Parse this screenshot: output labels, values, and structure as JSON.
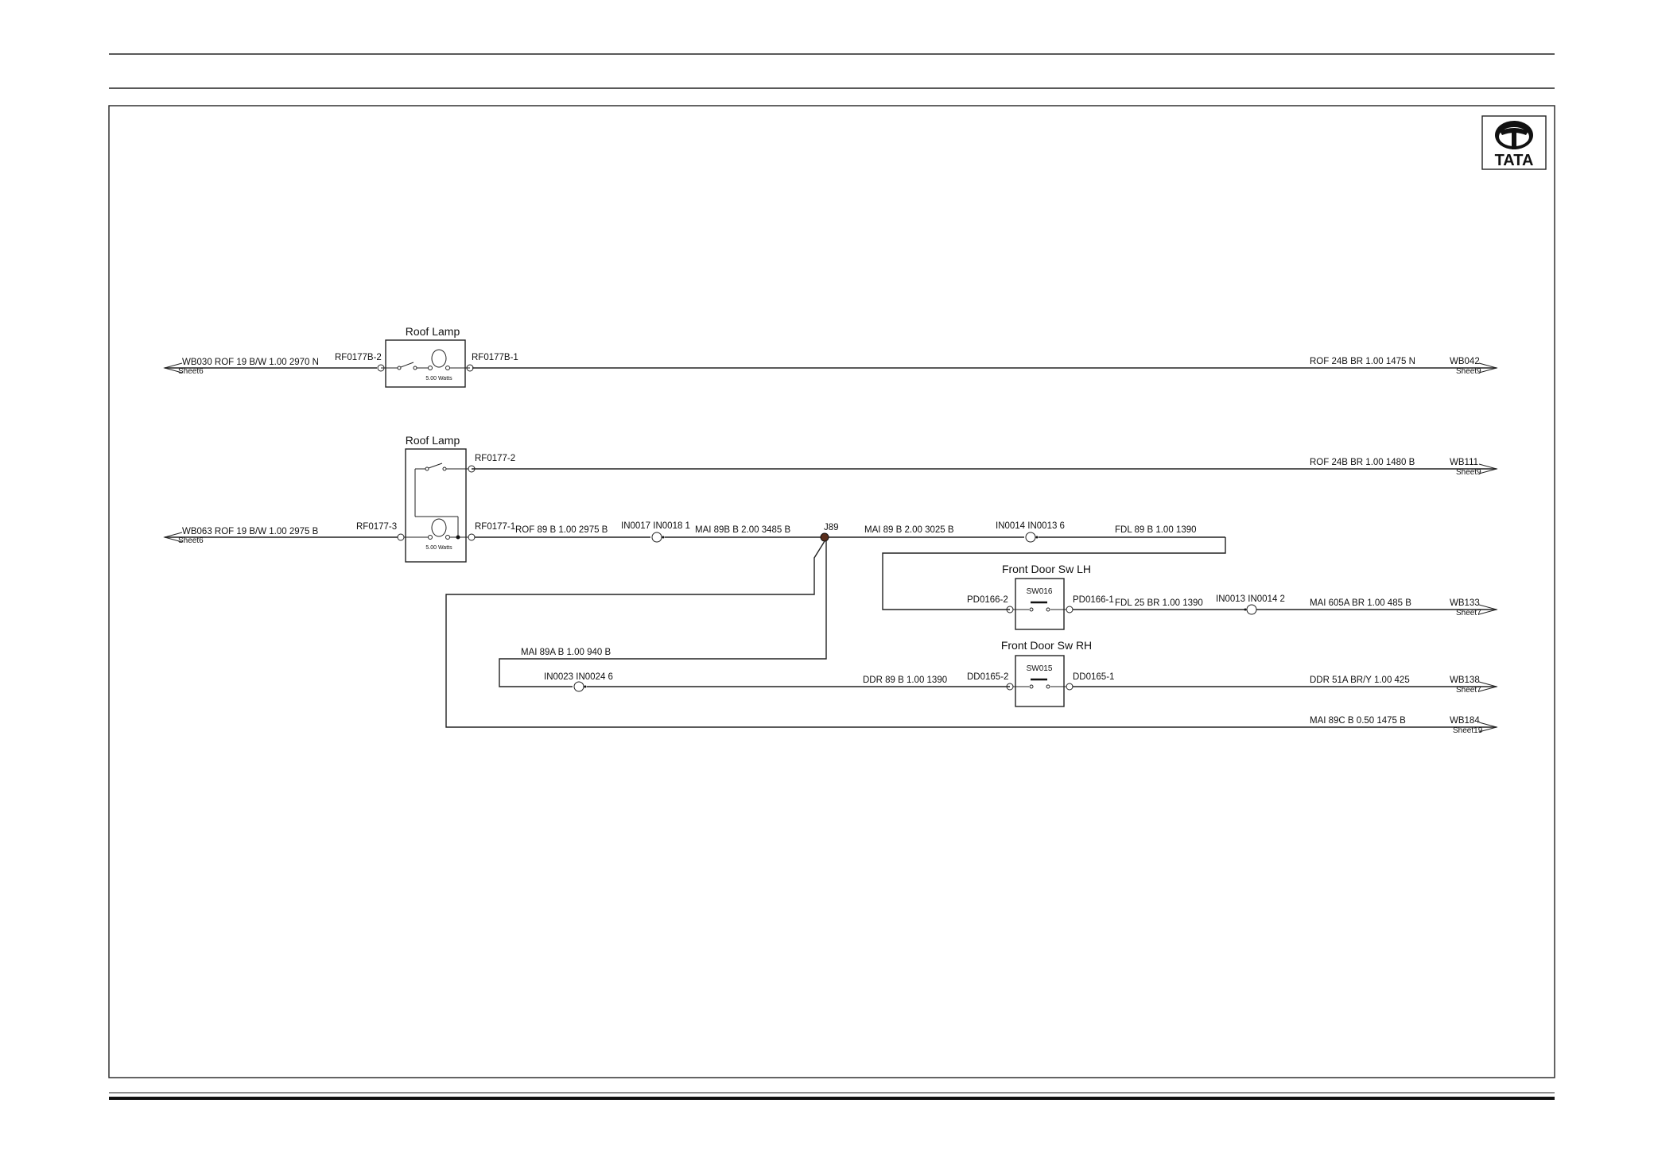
{
  "logo": {
    "text": "TATA"
  },
  "components": {
    "roof_lamp_1": {
      "title": "Roof Lamp",
      "rating": "5.00 Watts",
      "pin_left": "RF0177B-2",
      "pin_right": "RF0177B-1"
    },
    "roof_lamp_2": {
      "title": "Roof Lamp",
      "rating": "5.00 Watts",
      "pin_top": "RF0177-2",
      "pin_left": "RF0177-3",
      "pin_right": "RF0177-1"
    },
    "front_door_lh": {
      "title": "Front Door Sw LH",
      "id": "SW016",
      "pin_left": "PD0166-2",
      "pin_right": "PD0166-1"
    },
    "front_door_rh": {
      "title": "Front Door Sw RH",
      "id": "SW015",
      "pin_left": "DD0165-2",
      "pin_right": "DD0165-1"
    }
  },
  "splice": {
    "label": "J89"
  },
  "wires": {
    "w1_left": "WB030  ROF  19  B/W  1.00  2970  N",
    "w1_left_sheet": "Sheet6",
    "w1_right": "ROF  24B  BR  1.00  1475  N",
    "w1_right_id": "WB042",
    "w1_right_sheet": "Sheet9",
    "w2_right": "ROF  24B  BR  1.00  1480  B",
    "w2_right_id": "WB111",
    "w2_right_sheet": "Sheet9",
    "w3_left": "WB063  ROF  19  B/W  1.00  2975  B",
    "w3_left_sheet": "Sheet6",
    "w3_a": "ROF  89  B  1.00  2975  B",
    "w3_conn1": "IN0017  IN0018  1",
    "w3_b": "MAI   89B  B  2.00  3485  B",
    "w3_c": "MAI   89  B  2.00  3025  B",
    "w3_conn2": "IN0014  IN0013  6",
    "w3_d": "FDL   89  B  1.00  1390",
    "w4_a": "FDL   25  BR  1.00  1390",
    "w4_conn": "IN0013  IN0014  2",
    "w4_b": "MAI   605A  BR  1.00  485  B",
    "w4_right_id": "WB133",
    "w4_right_sheet": "Sheet7",
    "w5_a": "MAI   89A  B  1.00  940  B",
    "w5_conn": "IN0023  IN0024  6",
    "w5_b": "DDR   89  B  1.00  1390",
    "w5_c": "DDR   51A  BR/Y  1.00  425",
    "w5_right_id": "WB138",
    "w5_right_sheet": "Sheet7",
    "w6": "MAI   89C  B  0.50  1475  B",
    "w6_right_id": "WB184",
    "w6_right_sheet": "Sheet19"
  }
}
